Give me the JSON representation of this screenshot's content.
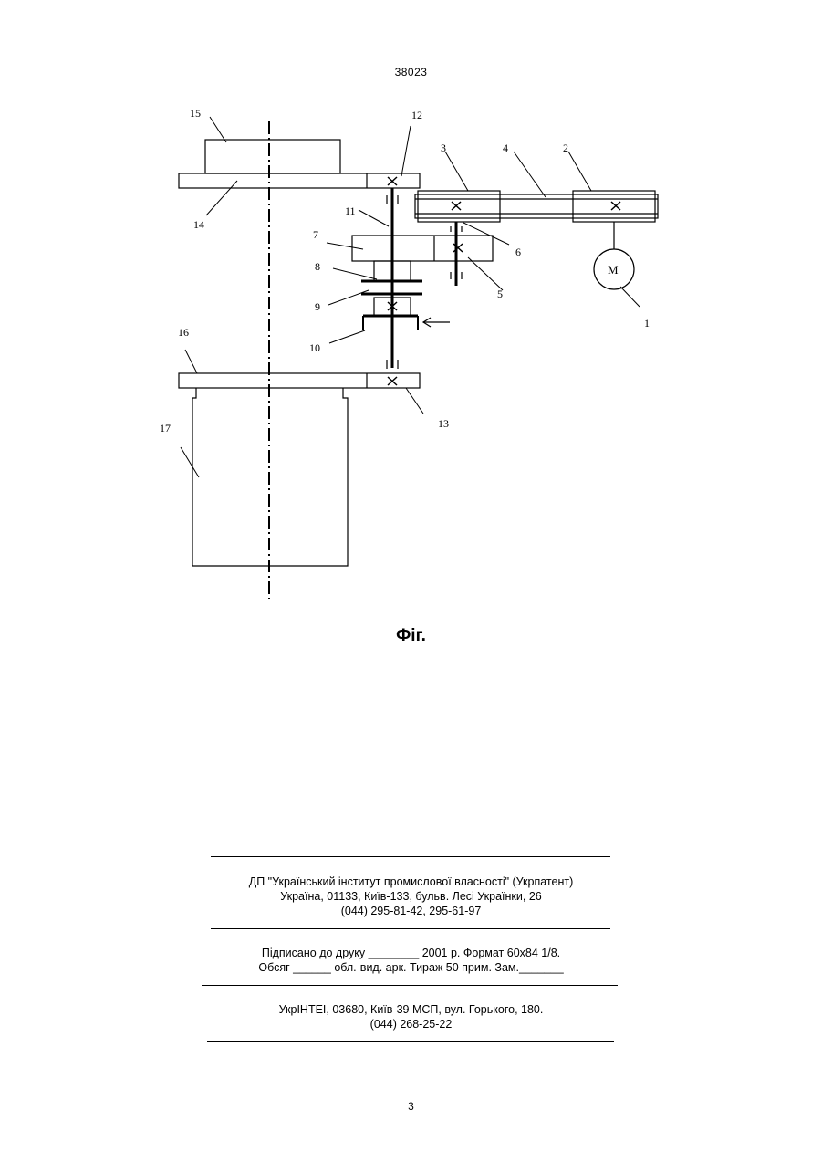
{
  "header": {
    "page_code": "38023"
  },
  "figure": {
    "caption": "Фіг.",
    "motor_symbol": "M",
    "labels": [
      "1",
      "2",
      "3",
      "4",
      "5",
      "6",
      "7",
      "8",
      "9",
      "10",
      "11",
      "12",
      "13",
      "14",
      "15",
      "16",
      "17"
    ]
  },
  "imprint": {
    "publisher_lines": [
      "ДП \"Український інститут промислової власності\" (Укрпатент)",
      "Україна, 01133, Київ-133, бульв. Лесі Українки, 26",
      "(044) 295-81-42, 295-61-97"
    ],
    "print_lines": [
      "Підписано до друку ________ 2001 р.    Формат 60х84 1/8.",
      "Обсяг ______ обл.-вид. арк.   Тираж 50 прим.    Зам._______"
    ],
    "printer_lines": [
      "УкрІНТЕІ, 03680, Київ-39 МСП, вул. Горького, 180.",
      "(044) 268-25-22"
    ]
  },
  "footer": {
    "page_number": "3"
  }
}
